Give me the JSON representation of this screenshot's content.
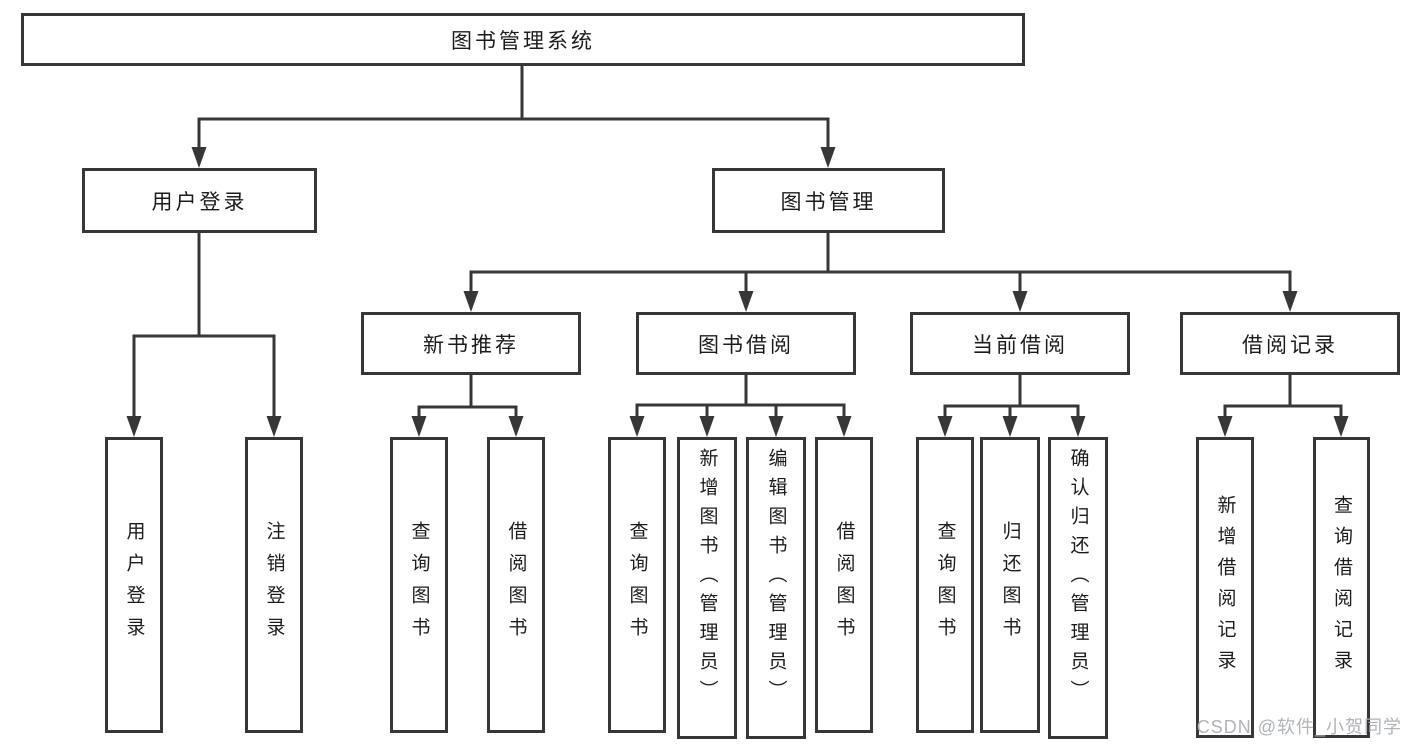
{
  "diagram": {
    "title": "图书管理系统",
    "branches": [
      {
        "label": "用户登录",
        "children": [
          {
            "label": "用户登录"
          },
          {
            "label": "注销登录"
          }
        ]
      },
      {
        "label": "图书管理",
        "children": [
          {
            "label": "新书推荐",
            "children": [
              {
                "label": "查询图书"
              },
              {
                "label": "借阅图书"
              }
            ]
          },
          {
            "label": "图书借阅",
            "children": [
              {
                "label": "查询图书"
              },
              {
                "label": "新增图书（管理员）"
              },
              {
                "label": "编辑图书（管理员）"
              },
              {
                "label": "借阅图书"
              }
            ]
          },
          {
            "label": "当前借阅",
            "children": [
              {
                "label": "查询图书"
              },
              {
                "label": "归还图书"
              },
              {
                "label": "确认归还（管理员）"
              }
            ]
          },
          {
            "label": "借阅记录",
            "children": [
              {
                "label": "新增借阅记录"
              },
              {
                "label": "查询借阅记录"
              }
            ]
          }
        ]
      }
    ]
  },
  "watermark": {
    "text": "CSDN @软件_小贺同学"
  },
  "colors": {
    "line": "#373737",
    "box_border": "#373737",
    "text": "#1c1c1c",
    "background": "#ffffff",
    "watermark": "#abb0b5"
  }
}
